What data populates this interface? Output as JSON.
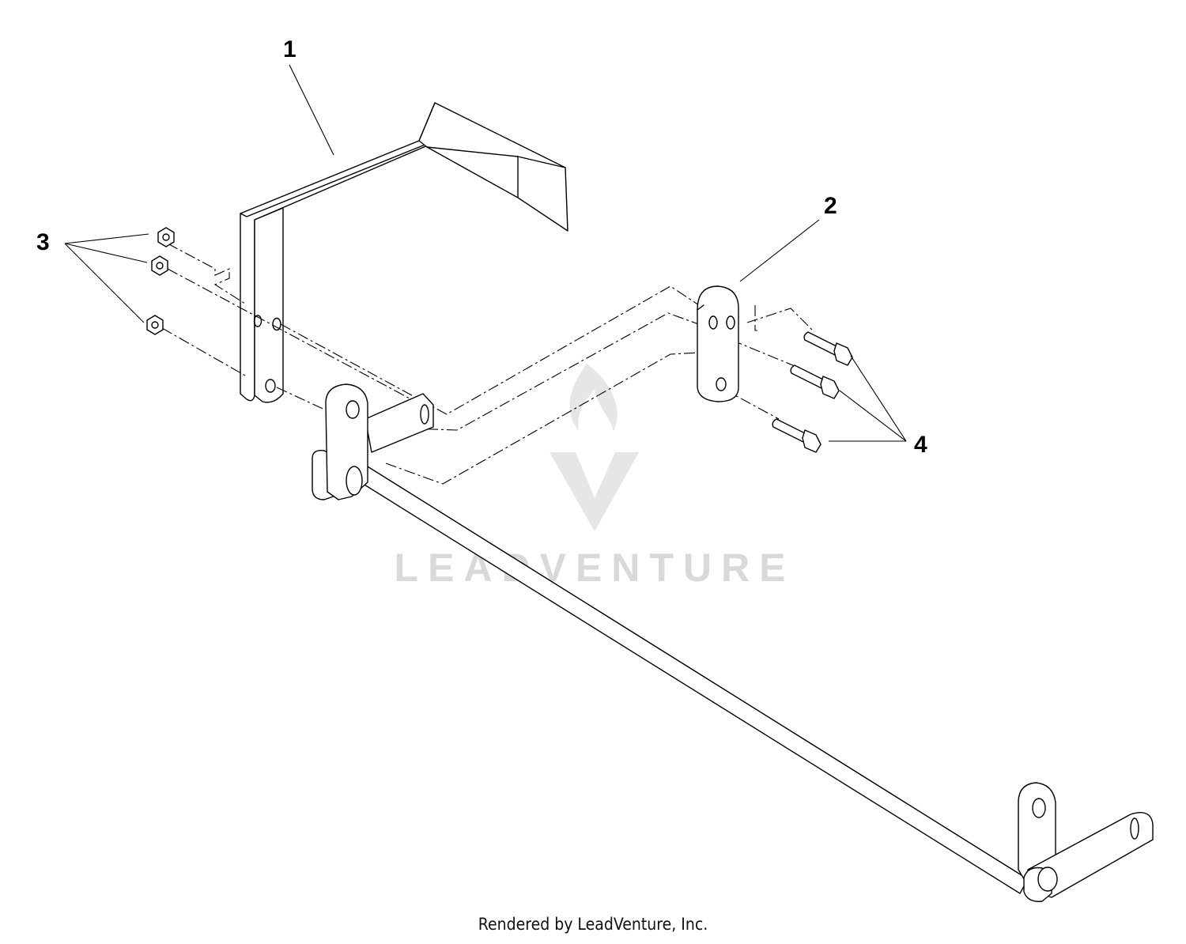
{
  "callouts": [
    {
      "id": "1",
      "label": "1"
    },
    {
      "id": "2",
      "label": "2"
    },
    {
      "id": "3",
      "label": "3"
    },
    {
      "id": "4",
      "label": "4"
    }
  ],
  "watermark": {
    "text": "LEADVENTURE"
  },
  "footer": {
    "text": "Rendered by LeadVenture, Inc."
  }
}
